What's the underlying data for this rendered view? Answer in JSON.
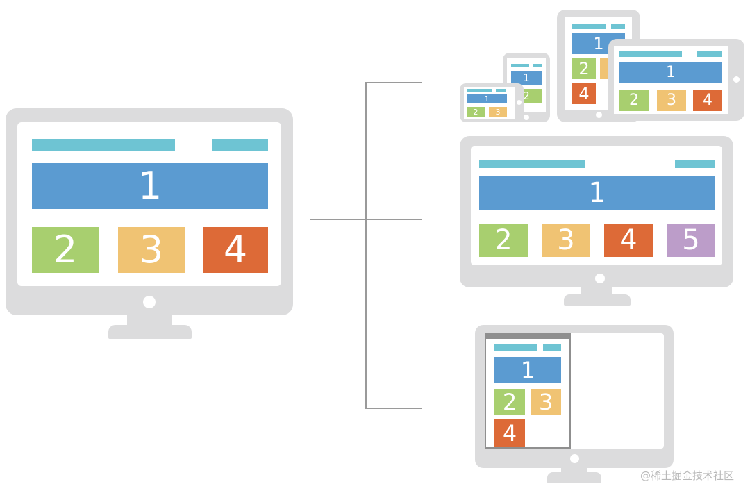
{
  "colors": {
    "device": "#dcdcdd",
    "header_bar": "#6ec4d3",
    "block_1": "#5b9bd1",
    "block_2": "#a8cf6f",
    "block_3": "#f0c373",
    "block_4": "#dd6a37",
    "block_5": "#bc9dc9",
    "connector": "#9a9a9a"
  },
  "main_monitor": {
    "blocks": [
      "1",
      "2",
      "3",
      "4"
    ]
  },
  "phone_landscape": {
    "blocks": [
      "1",
      "2",
      "3"
    ]
  },
  "phone_portrait": {
    "blocks": [
      "1",
      "2"
    ]
  },
  "tablet_portrait": {
    "blocks": [
      "1",
      "2",
      "4"
    ]
  },
  "tablet_landscape": {
    "blocks": [
      "1",
      "2",
      "3",
      "4"
    ]
  },
  "wide_monitor": {
    "blocks": [
      "1",
      "2",
      "3",
      "4",
      "5"
    ]
  },
  "window_monitor": {
    "blocks": [
      "1",
      "2",
      "3",
      "4"
    ]
  },
  "watermark": "@稀土掘金技术社区"
}
